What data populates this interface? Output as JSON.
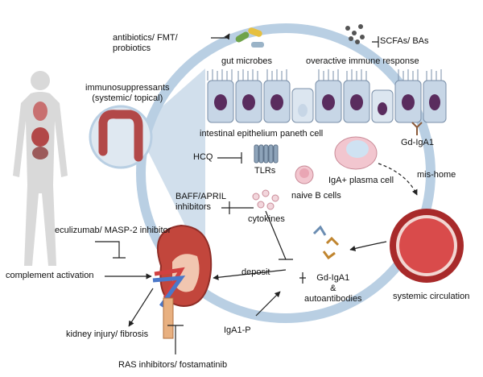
{
  "labels": {
    "antibiotics": "antibiotics/ FMT/\nprobiotics",
    "gut_microbes": "gut microbes",
    "overactive": "overactive immune response",
    "scfas": "SCFAs/ BAs",
    "immunosuppressants": "immunosuppressants\n(systemic/ topical)",
    "intestinal_epithelium": "intestinal epithelium",
    "paneth_cell": "paneth cell",
    "gd_iga1_top": "Gd-IgA1",
    "hcq": "HCQ",
    "tlrs": "TLRs",
    "iga_plasma": "IgA+ plasma cell",
    "mis_home": "mis-home",
    "naive_b": "naive B cells",
    "baff": "BAFF/APRIL\ninhibitors",
    "cytokines": "cytokines",
    "eculizumab": "eculizumab/ MASP-2 inhibitor",
    "complement": "complement activation",
    "deposit": "deposit",
    "gd_autoantibodies": "Gd-IgA1\n&\nautoantibodies",
    "systemic_circulation": "systemic circulation",
    "iga1p": "IgA1-P",
    "kidney_injury": "kidney injury/ fibrosis",
    "ras": "RAS inhibitors/ fostamatinib"
  },
  "colors": {
    "circle": "#b9cfe3",
    "cell_fill": "#c7d6e6",
    "nucleus": "#5a2c5e",
    "colon": "#b24848",
    "vessel": "#a82a2a",
    "kidney": "#c2463c",
    "body": "#d9d9d9"
  }
}
